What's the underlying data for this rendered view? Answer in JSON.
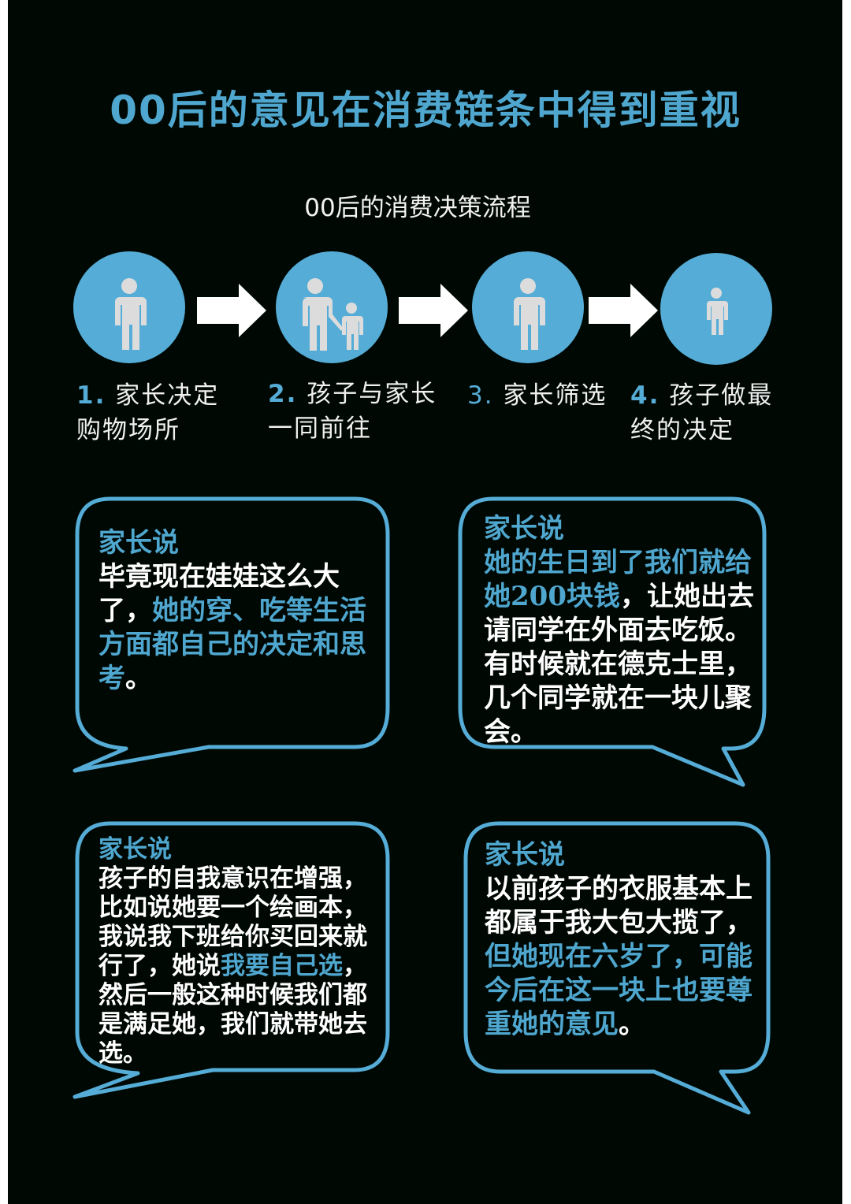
{
  "title": "00后的意见在消费链条中得到重视",
  "subtitle": "00后的消费决策流程",
  "colors": {
    "accent": "#55acd6",
    "background": "#000803",
    "text": "#ffffff",
    "icon": "#dcdcdc"
  },
  "steps": [
    {
      "num": "1.",
      "line1": "家长决定",
      "line2": "购物场所",
      "icon": "adult-icon"
    },
    {
      "num": "2.",
      "line1": "孩子与家长",
      "line2": "一同前往",
      "icon": "adult-and-child-icon"
    },
    {
      "num": "3.",
      "line1": "家长筛选",
      "line2": "",
      "icon": "adult-icon"
    },
    {
      "num": "4.",
      "line1": "孩子做最",
      "line2": "终的决定",
      "icon": "child-icon"
    }
  ],
  "quotes": [
    {
      "heading": "家长说",
      "parts": [
        {
          "t": "毕竟现在娃娃这么大了，",
          "hl": false
        },
        {
          "t": "她的穿、吃等生活方面都自己的决定和思考",
          "hl": true
        },
        {
          "t": "。",
          "hl": false
        }
      ]
    },
    {
      "heading": "家长说",
      "parts": [
        {
          "t": "她的生日到了我们就给她200块钱",
          "hl": true
        },
        {
          "t": "，让她出去请同学在外面去吃饭。有时候就在德克士里，几个同学就在一块儿聚会。",
          "hl": false
        }
      ]
    },
    {
      "heading": "家长说",
      "parts": [
        {
          "t": "孩子的自我意识在增强，比如说她要一个绘画本，我说我下班给你买回来就行了，她说",
          "hl": false
        },
        {
          "t": "我要自己选",
          "hl": true
        },
        {
          "t": "，然后一般这种时候我们都是满足她，我们就带她去选。",
          "hl": false
        }
      ]
    },
    {
      "heading": "家长说",
      "parts": [
        {
          "t": "以前孩子的衣服基本上都属于我大包大揽了，",
          "hl": false
        },
        {
          "t": "但她现在六岁了，可能今后在这一块上也要尊重她的意见",
          "hl": true
        },
        {
          "t": "。",
          "hl": false
        }
      ]
    }
  ]
}
